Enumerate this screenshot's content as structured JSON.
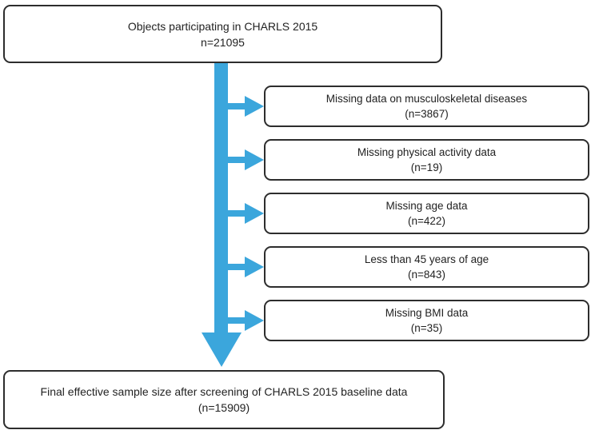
{
  "flowchart": {
    "arrow_color": "#3BA6DC",
    "box_border_color": "#2d2d2d",
    "top_box": {
      "line1": "Objects participating in CHARLS 2015",
      "line2": "n=21095"
    },
    "exclusion_boxes": [
      {
        "line1": "Missing data on musculoskeletal diseases",
        "line2": "(n=3867)"
      },
      {
        "line1": "Missing physical activity data",
        "line2": "(n=19)"
      },
      {
        "line1": "Missing age data",
        "line2": "(n=422)"
      },
      {
        "line1": "Less than 45 years of age",
        "line2": "(n=843)"
      },
      {
        "line1": "Missing BMI data",
        "line2": "(n=35)"
      }
    ],
    "bottom_box": {
      "line1": "Final effective sample size after screening of CHARLS 2015 baseline data",
      "line2": "(n=15909)"
    }
  }
}
